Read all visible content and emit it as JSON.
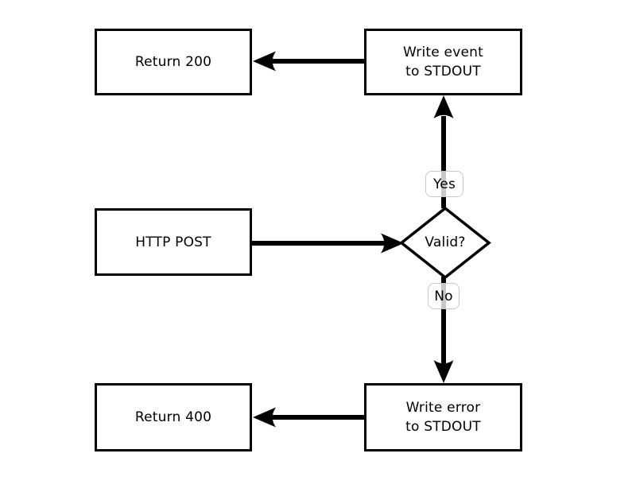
{
  "diagram_type": "flowchart",
  "colors": {
    "background": "#ffffff",
    "node_fill": "#ffffff",
    "stroke": "#000000",
    "edge_label_border": "#c9c9c9"
  },
  "flowchart": {
    "nodes": {
      "return200": {
        "shape": "rect",
        "label": "Return 200"
      },
      "writeEvent": {
        "shape": "rect",
        "line1": "Write event",
        "line2": "to STDOUT"
      },
      "httpPost": {
        "shape": "rect",
        "label": "HTTP POST"
      },
      "valid": {
        "shape": "diamond",
        "label": "Valid?"
      },
      "return400": {
        "shape": "rect",
        "label": "Return 400"
      },
      "writeError": {
        "shape": "rect",
        "line1": "Write error",
        "line2": "to STDOUT"
      }
    },
    "edges": [
      {
        "from": "writeEvent",
        "to": "return200",
        "label": ""
      },
      {
        "from": "httpPost",
        "to": "valid",
        "label": ""
      },
      {
        "from": "valid",
        "to": "writeEvent",
        "label": "Yes"
      },
      {
        "from": "valid",
        "to": "writeError",
        "label": "No"
      },
      {
        "from": "writeError",
        "to": "return400",
        "label": ""
      }
    ]
  }
}
